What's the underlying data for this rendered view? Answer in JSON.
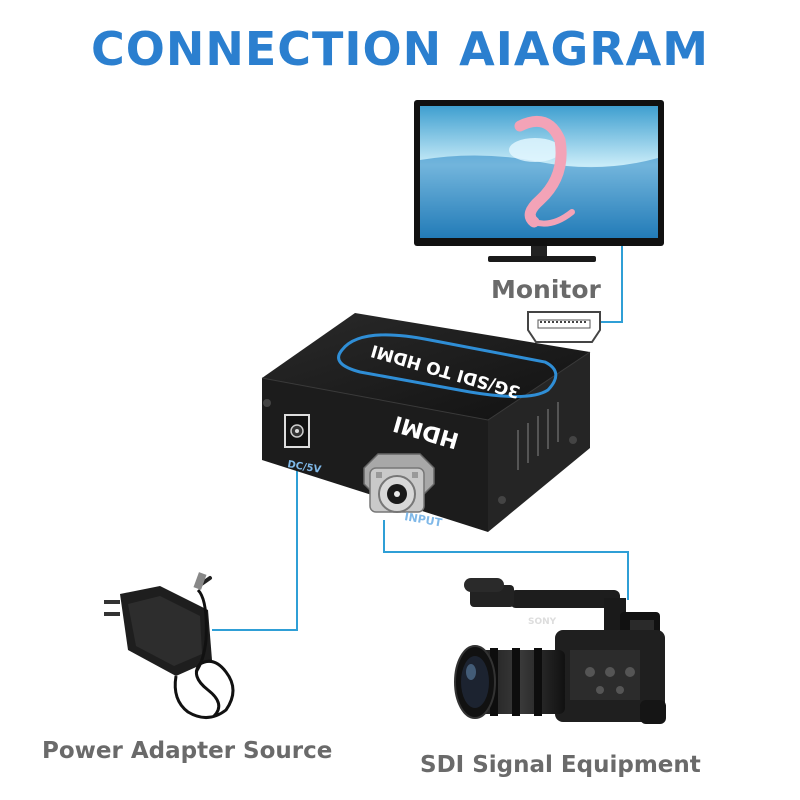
{
  "title": "CONNECTION AIAGRAM",
  "labels": {
    "monitor": "Monitor",
    "power": "Power Adapter Source",
    "sdi": "SDI Signal Equipment"
  },
  "device": {
    "top_label": "3G/SDI TO HDMI",
    "brand": "HDMI",
    "port_dc": "DC/5V",
    "port_input": "INPUT"
  },
  "camera_brand": "SONY",
  "colors": {
    "title": "#2b7fcf",
    "label": "#6a6a6a",
    "cable": "#2f9fd6",
    "device_body": "#1c1c1c"
  }
}
